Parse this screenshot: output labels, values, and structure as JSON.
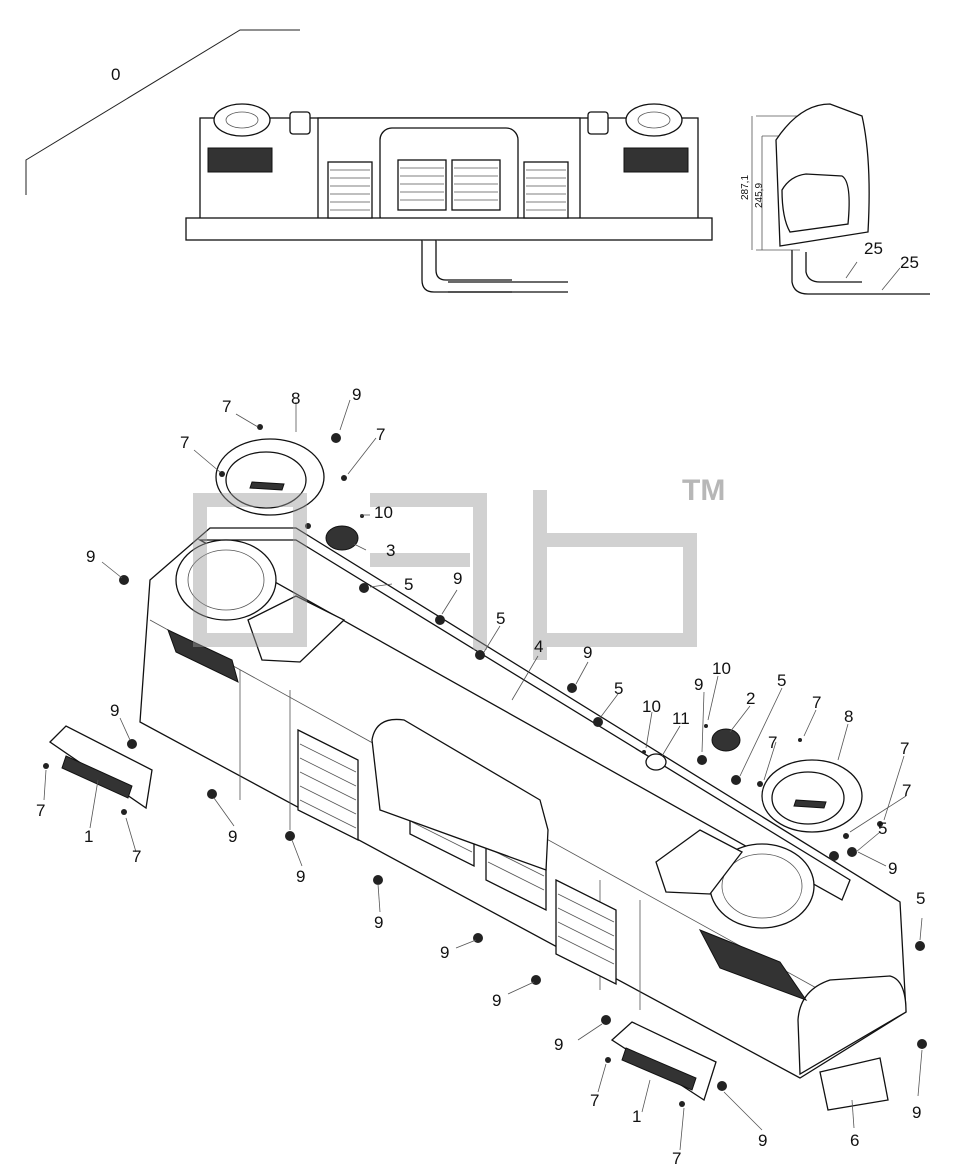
{
  "callouts": {
    "c0": "0",
    "c25a": "25",
    "c25b": "25",
    "c7a": "7",
    "c8a": "8",
    "c9a": "9",
    "c7b": "7",
    "c7c": "7",
    "c10a": "10",
    "c3": "3",
    "c9b": "9",
    "c5a": "5",
    "c9c": "9",
    "c5b": "5",
    "c4": "4",
    "c9d": "9",
    "c5c": "5",
    "c10b": "10",
    "c9e": "9",
    "c2": "2",
    "c5d": "5",
    "c7d": "7",
    "c10c": "10",
    "c11": "11",
    "c8b": "8",
    "c7e": "7",
    "c7f": "7",
    "c7g": "7",
    "c9f": "9",
    "c7h": "7",
    "c1a": "1",
    "c7i": "7",
    "c9g": "9",
    "c9h": "9",
    "c5e": "5",
    "c9i": "9",
    "c9j": "9",
    "c5f": "5",
    "c9k": "9",
    "c9l": "9",
    "c9m": "9",
    "c9n": "9",
    "c1b": "1",
    "c7j": "7",
    "c9o": "9",
    "c7k": "7",
    "c9p": "9",
    "c6": "6"
  },
  "dimensions": {
    "d1": "287,1",
    "d2": "245,9"
  },
  "watermark": {
    "tm": "TM"
  }
}
